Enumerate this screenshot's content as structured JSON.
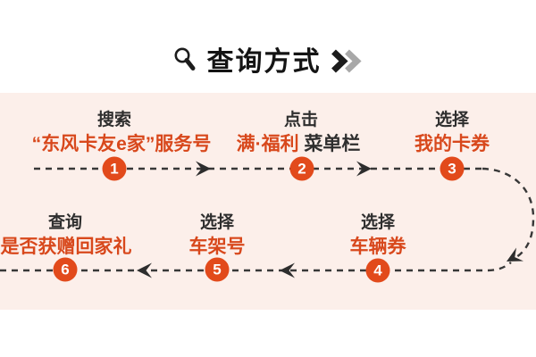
{
  "title": {
    "text": "查询方式",
    "icon": "magnifier-icon",
    "trailing_icon": "double-chevron-icon"
  },
  "steps": [
    {
      "num": "1",
      "label": "搜索",
      "value": "“东风卡友e家”服务号"
    },
    {
      "num": "2",
      "label": "点击",
      "value": "满·福利",
      "value_suffix": " 菜单栏"
    },
    {
      "num": "3",
      "label": "选择",
      "value": "我的卡券"
    },
    {
      "num": "4",
      "label": "选择",
      "value": "车辆券"
    },
    {
      "num": "5",
      "label": "选择",
      "value": "车架号"
    },
    {
      "num": "6",
      "label": "查询",
      "value": "是否获赠回家礼"
    }
  ],
  "flow": {
    "direction": "1→2→3 (left to right), curve down on right, 4→5→6 (right to left)",
    "line_style": "dashed"
  },
  "colors": {
    "panel_bg": "#fcefea",
    "accent_circle": "#e24a1b",
    "accent_text": "#d8481c",
    "dash_line": "#383838",
    "title_text": "#141414",
    "chevron_gray": "#a8a8a8"
  }
}
